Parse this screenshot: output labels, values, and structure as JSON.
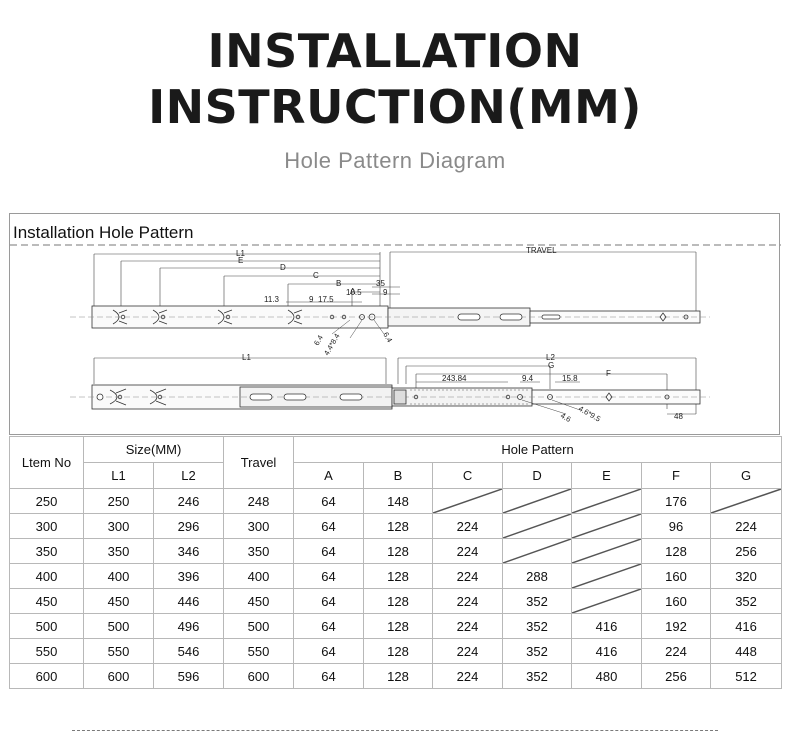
{
  "header": {
    "title_line1": "INSTALLATION",
    "title_line2": "INSTRUCTION(MM)",
    "subtitle": "Hole Pattern Diagram"
  },
  "diagram": {
    "label": "Installation Hole Pattern",
    "top_view": {
      "dims": {
        "l1": "L1",
        "e": "E",
        "d": "D",
        "c": "C",
        "b": "B",
        "a": "A",
        "travel": "TRAVEL"
      },
      "offsets": {
        "v35": "35",
        "v9": "9",
        "v10_5": "10.5",
        "v11_3": "11.3",
        "v9b": "9",
        "v17_5": "17.5"
      },
      "hole_labels": {
        "h1": "6.4",
        "h2": "4.4*8.4",
        "h3": "6.4"
      }
    },
    "bottom_view": {
      "dims": {
        "l1": "L1",
        "l2": "L2",
        "g": "G",
        "f": "F"
      },
      "values": {
        "v243": "243.84",
        "v9_4": "9.4",
        "v15_8": "15.8",
        "v48": "48"
      },
      "hole_labels": {
        "h1": "4.6",
        "h2": "4.6*9.5"
      }
    }
  },
  "table": {
    "headers": {
      "item_no": "Ltem No",
      "size": "Size(MM)",
      "travel": "Travel",
      "hole_pattern": "Hole Pattern",
      "l1": "L1",
      "l2": "L2",
      "a": "A",
      "b": "B",
      "c": "C",
      "d": "D",
      "e": "E",
      "f": "F",
      "g": "G"
    },
    "rows": [
      {
        "item": "250",
        "l1": "250",
        "l2": "246",
        "travel": "248",
        "a": "64",
        "b": "148",
        "c": "",
        "d": "",
        "e": "",
        "f": "176",
        "g": ""
      },
      {
        "item": "300",
        "l1": "300",
        "l2": "296",
        "travel": "300",
        "a": "64",
        "b": "128",
        "c": "224",
        "d": "",
        "e": "",
        "f": "96",
        "g": "224"
      },
      {
        "item": "350",
        "l1": "350",
        "l2": "346",
        "travel": "350",
        "a": "64",
        "b": "128",
        "c": "224",
        "d": "",
        "e": "",
        "f": "128",
        "g": "256"
      },
      {
        "item": "400",
        "l1": "400",
        "l2": "396",
        "travel": "400",
        "a": "64",
        "b": "128",
        "c": "224",
        "d": "288",
        "e": "",
        "f": "160",
        "g": "320"
      },
      {
        "item": "450",
        "l1": "450",
        "l2": "446",
        "travel": "450",
        "a": "64",
        "b": "128",
        "c": "224",
        "d": "352",
        "e": "",
        "f": "160",
        "g": "352"
      },
      {
        "item": "500",
        "l1": "500",
        "l2": "496",
        "travel": "500",
        "a": "64",
        "b": "128",
        "c": "224",
        "d": "352",
        "e": "416",
        "f": "192",
        "g": "416"
      },
      {
        "item": "550",
        "l1": "550",
        "l2": "546",
        "travel": "550",
        "a": "64",
        "b": "128",
        "c": "224",
        "d": "352",
        "e": "416",
        "f": "224",
        "g": "448"
      },
      {
        "item": "600",
        "l1": "600",
        "l2": "596",
        "travel": "600",
        "a": "64",
        "b": "128",
        "c": "224",
        "d": "352",
        "e": "480",
        "f": "256",
        "g": "512"
      }
    ]
  }
}
